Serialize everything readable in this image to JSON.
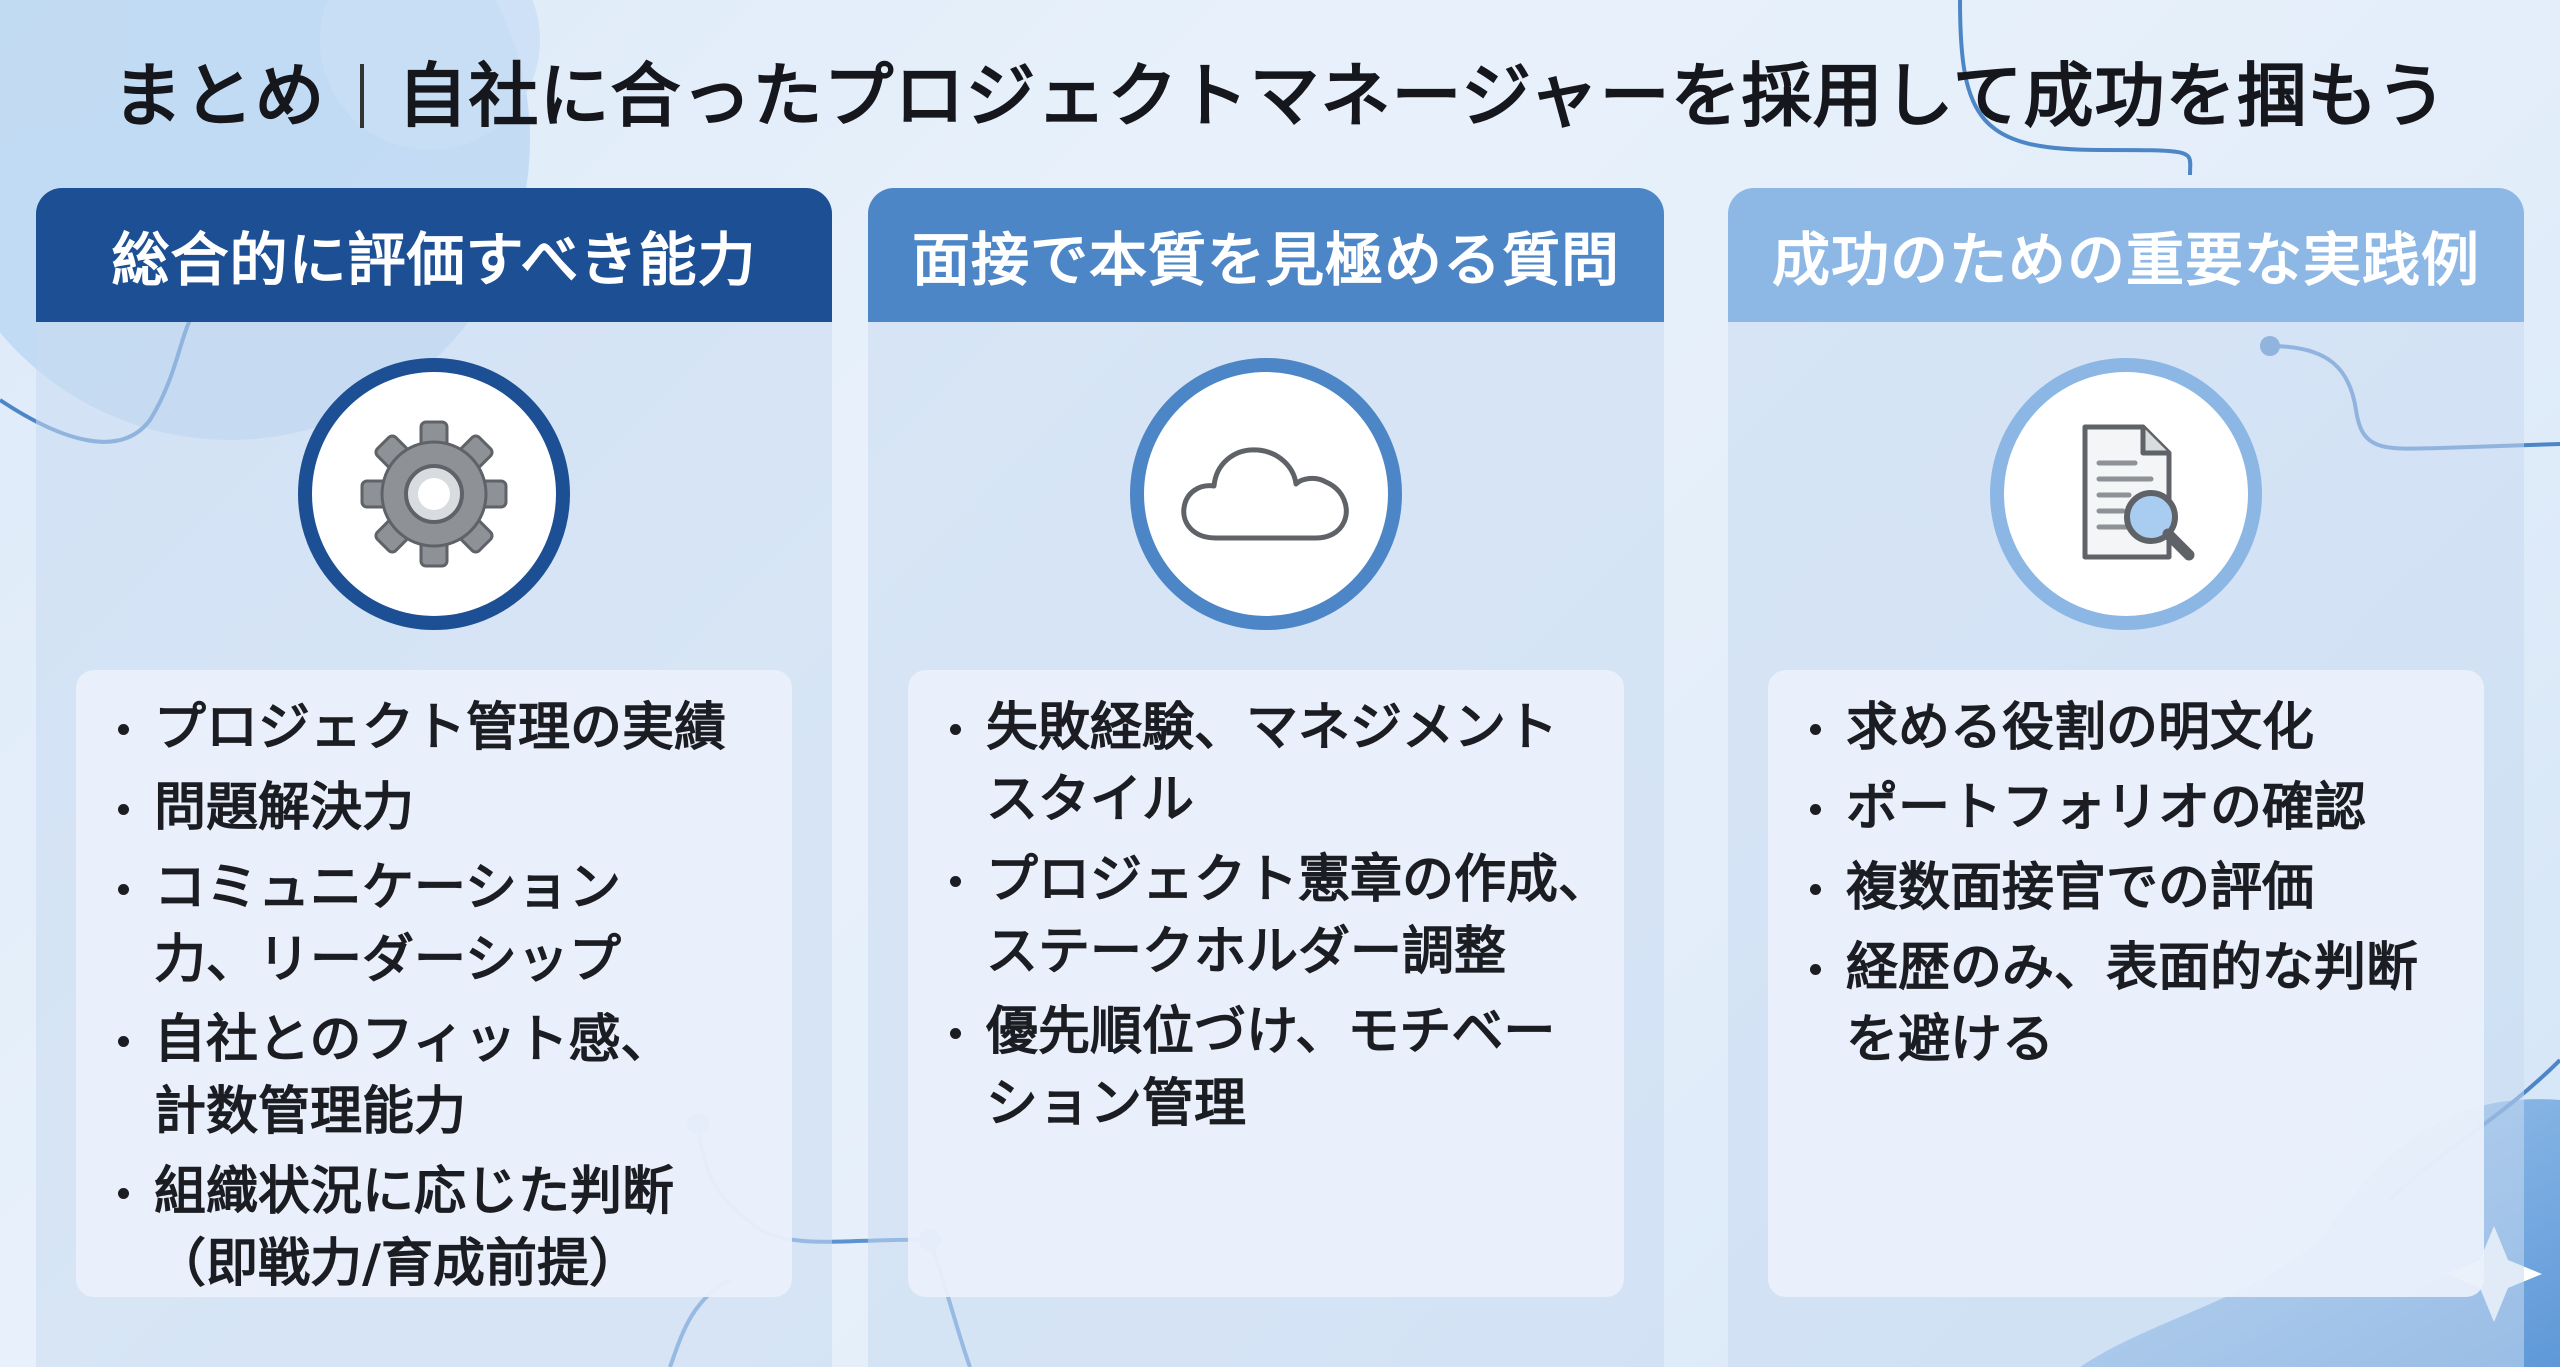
{
  "title": {
    "prefix": "まとめ",
    "main": "自社に合ったプロジェクトマネージャーを採用して成功を掴もう"
  },
  "columns": [
    {
      "heading": "総合的に評価すべき能力",
      "icon": "gear-icon",
      "accent": "#1d4f94",
      "items": [
        "プロジェクト管理の実績",
        "問題解決力",
        "コミュニケーション力、リーダーシップ",
        "自社とのフィット感、計数管理能力",
        "組織状況に応じた判断（即戦力/育成前提）"
      ]
    },
    {
      "heading": "面接で本質を見極める質問",
      "icon": "cloud-icon",
      "accent": "#4c86c6",
      "items": [
        "失敗経験、マネジメントスタイル",
        "プロジェクト憲章の作成、ステークホルダー調整",
        "優先順位づけ、モチベーション管理"
      ]
    },
    {
      "heading": "成功のための重要な実践例",
      "icon": "document-search-icon",
      "accent": "#8db8e6",
      "items": [
        "求める役割の明文化",
        "ポートフォリオの確認",
        "複数面接官での評価",
        "経歴のみ、表面的な判断を避ける"
      ]
    }
  ]
}
